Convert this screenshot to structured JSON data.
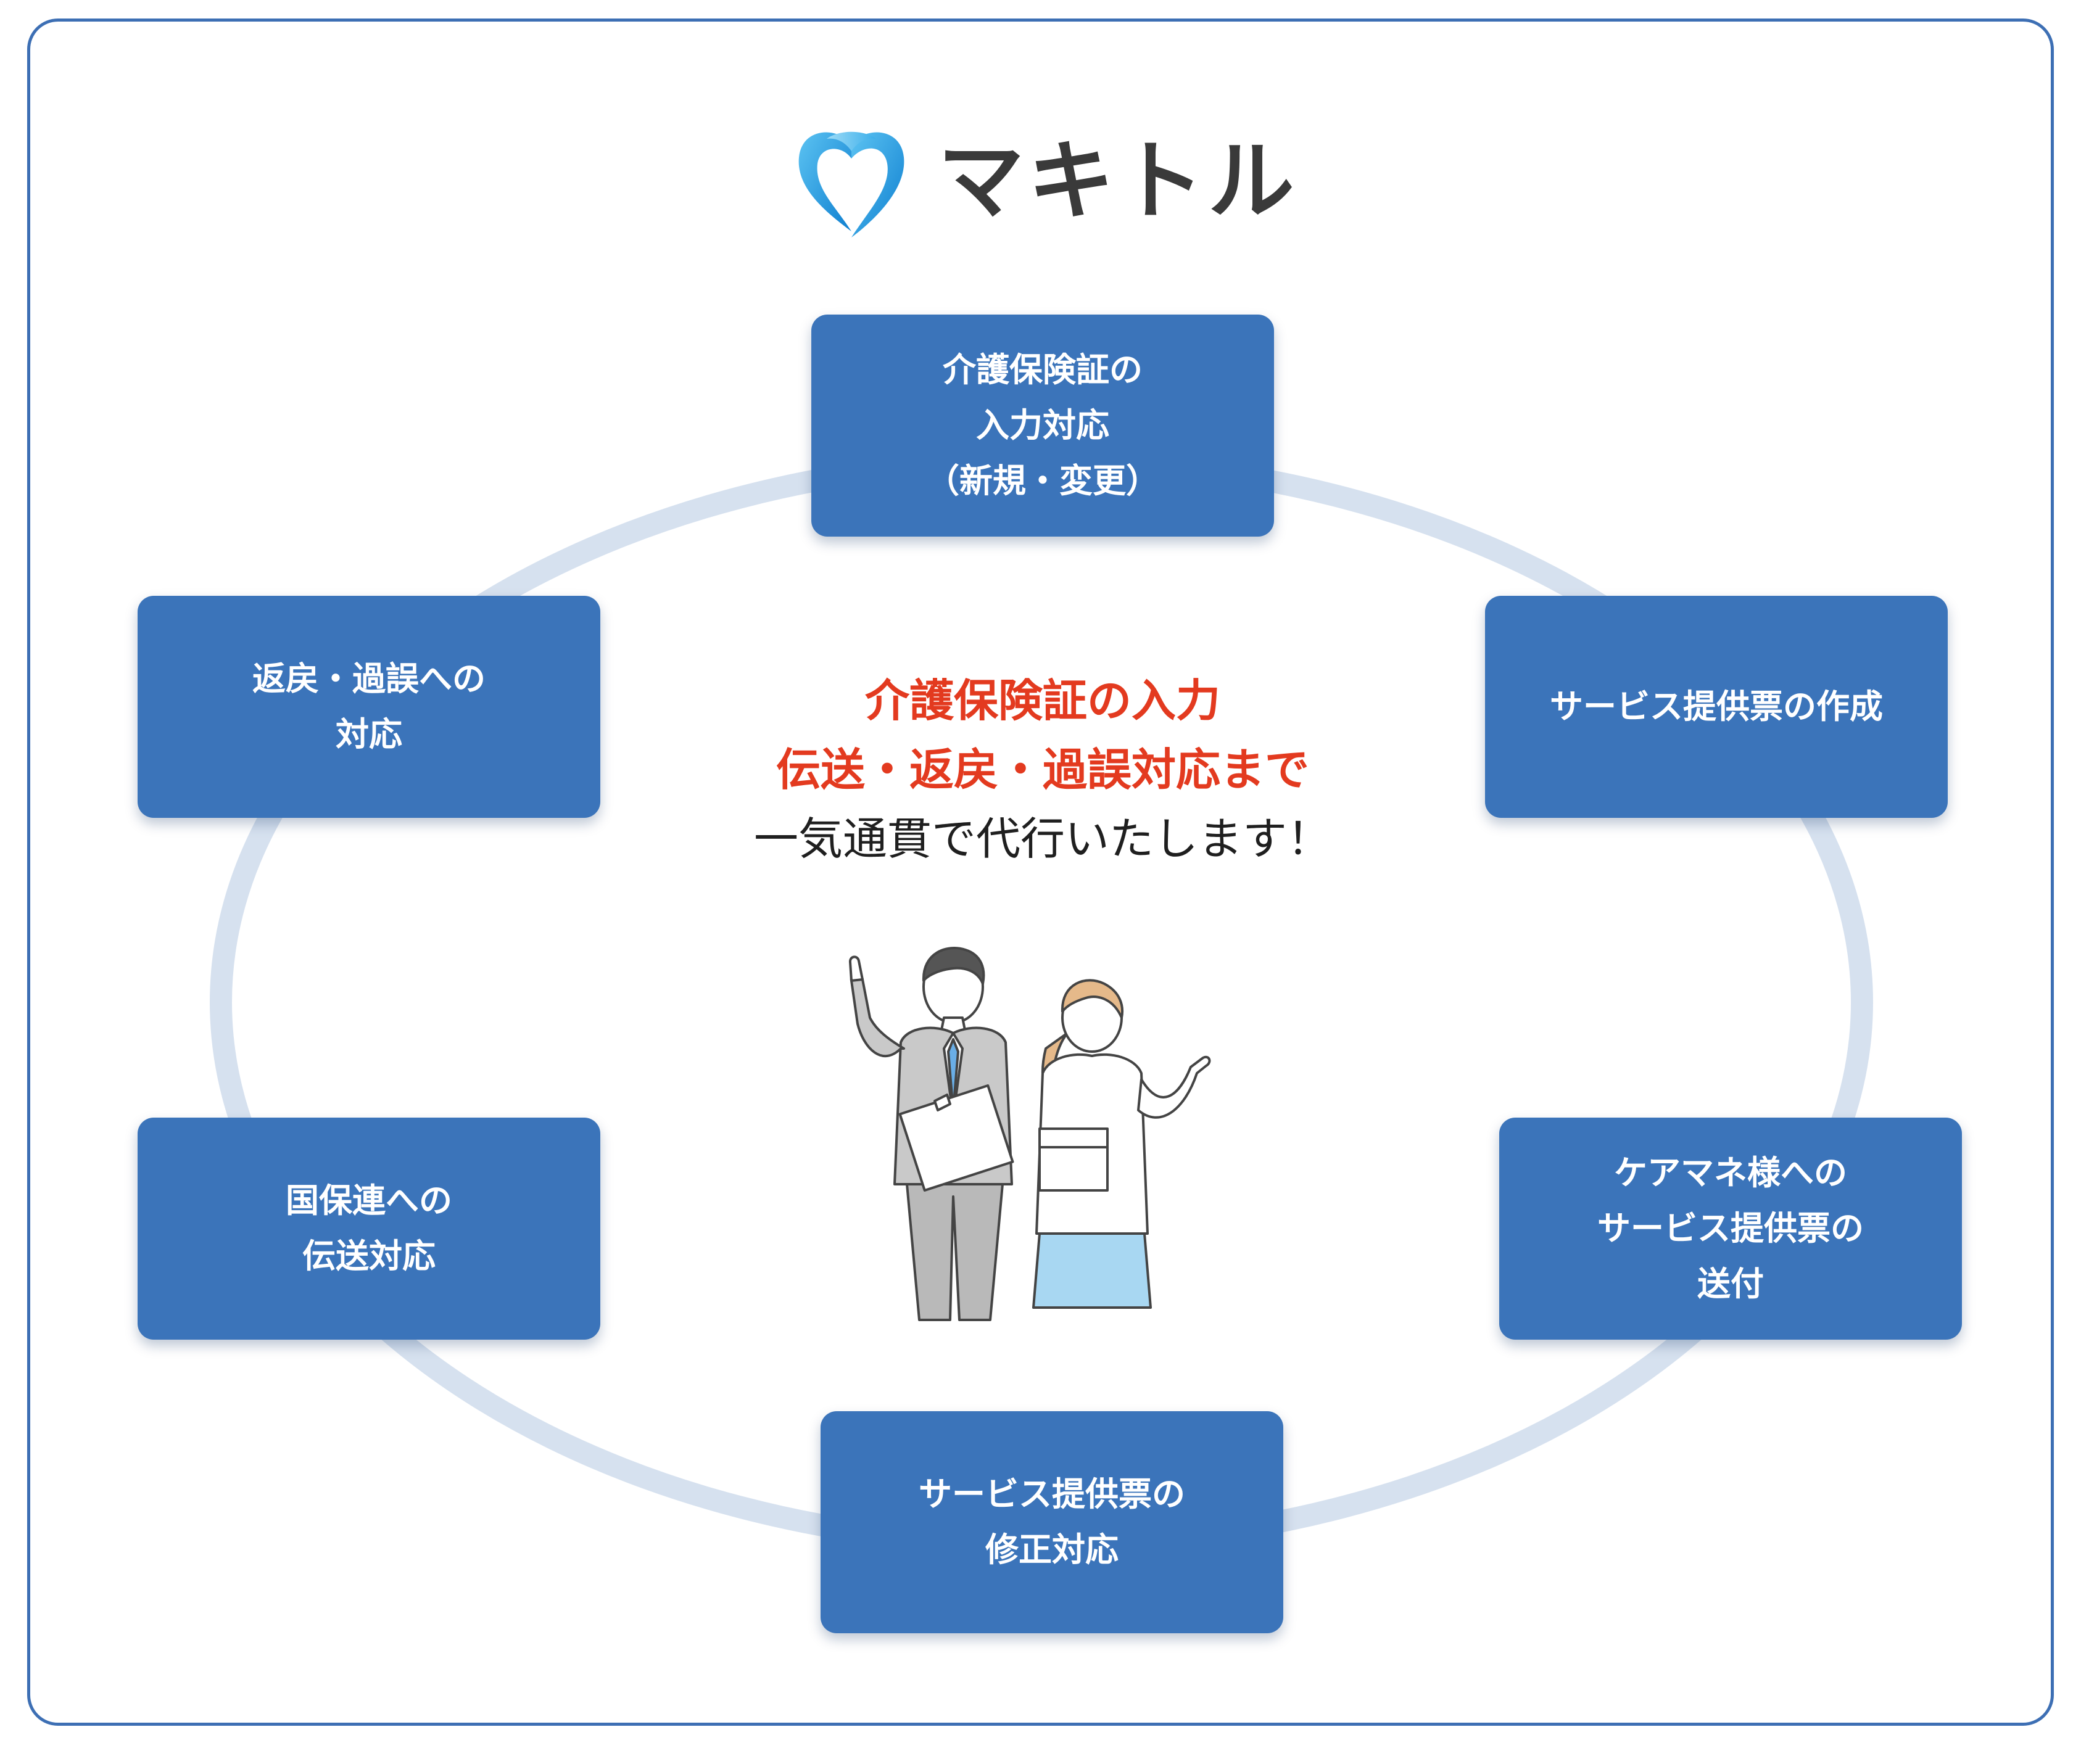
{
  "logo": {
    "name": "マキトル"
  },
  "cycle": {
    "steps": [
      {
        "text": "介護保険証の\n入力対応\n（新規・変更）"
      },
      {
        "text": "サービス提供票の作成"
      },
      {
        "text": "ケアマネ様への\nサービス提供票の\n送付"
      },
      {
        "text": "サービス提供票の\n修正対応"
      },
      {
        "text": "国保連への\n伝送対応"
      },
      {
        "text": "返戻・過誤への\n対応"
      }
    ]
  },
  "center": {
    "line1": "介護保険証の入力",
    "line2": "伝送・返戻・過誤対応まで",
    "line3": "一気通貫で代行いたします！"
  },
  "colors": {
    "box": "#3b74ba",
    "frame": "#3d6fb4",
    "ring": "#d6e1ef",
    "highlight": "#e33a1f",
    "logo_blue": "#1e9be0"
  }
}
